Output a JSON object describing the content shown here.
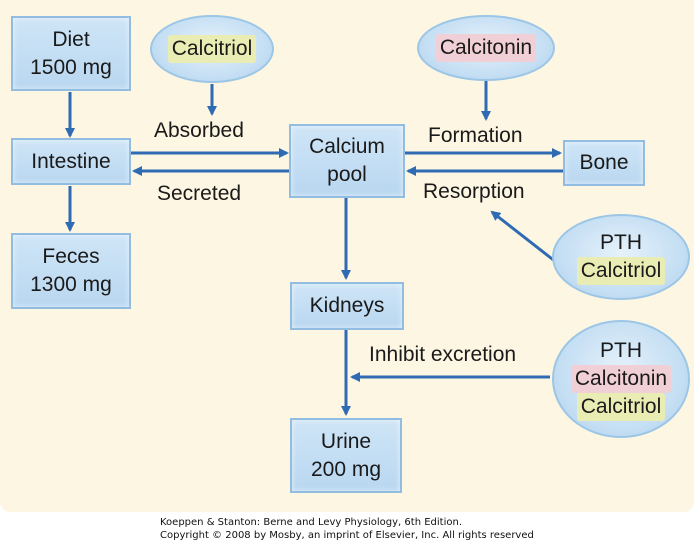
{
  "nodes": {
    "diet": {
      "line1": "Diet",
      "line2": "1500 mg"
    },
    "intestine": {
      "label": "Intestine"
    },
    "feces": {
      "line1": "Feces",
      "line2": "1300 mg"
    },
    "calcium_pool": {
      "line1": "Calcium",
      "line2": "pool"
    },
    "bone": {
      "label": "Bone"
    },
    "kidneys": {
      "label": "Kidneys"
    },
    "urine": {
      "line1": "Urine",
      "line2": "200 mg"
    }
  },
  "regulators": {
    "top_left": {
      "label": "Calcitriol"
    },
    "top_right": {
      "label": "Calcitonin"
    },
    "bone_resorption": {
      "line1": "PTH",
      "line2": "Calcitriol"
    },
    "kidney_excretion": {
      "line1": "PTH",
      "line2": "Calcitonin",
      "line3": "Calcitriol"
    }
  },
  "edges": {
    "absorbed": "Absorbed",
    "secreted": "Secreted",
    "formation": "Formation",
    "resorption": "Resorption",
    "inhibit_excretion": "Inhibit excretion"
  },
  "footer": {
    "line1": "Koeppen & Stanton: Berne and Levy Physiology, 6th Edition.",
    "line2": "Copyright © 2008 by Mosby, an imprint of Elsevier, Inc. All rights reserved"
  },
  "colors": {
    "arrow": "#2f6bb3",
    "box_fill": "#c3dcf2",
    "panel": "#fdf6e3",
    "highlight_calcitriol": "#e9edb4",
    "highlight_calcitonin": "#f1cfd6"
  }
}
